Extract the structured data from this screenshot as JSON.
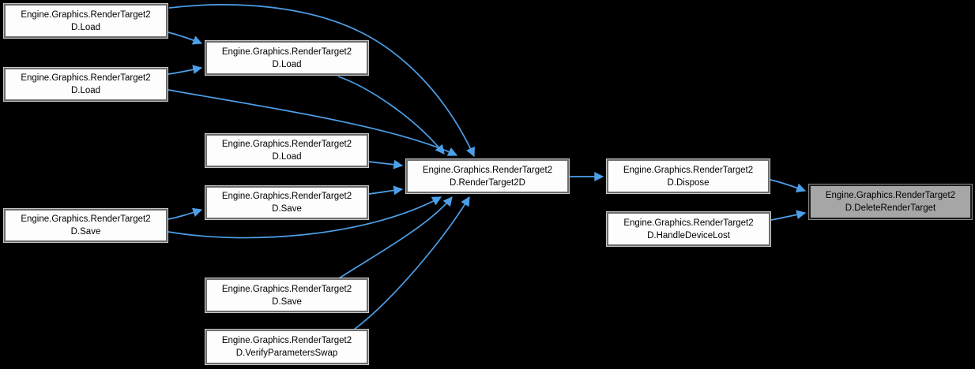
{
  "diagram": {
    "type": "call-graph",
    "background_color": "#000000",
    "node_fill_color": "#fdfdfd",
    "node_border_color": "#6e6e6e",
    "highlight_fill_color": "#a6a6a6",
    "arrow_color": "#4d9fe8",
    "text_color": "#000000",
    "nodes": [
      {
        "id": "load-a",
        "label": "Engine.Graphics.RenderTarget2D.Load",
        "lines": [
          "Engine.Graphics.RenderTarget2",
          "D.Load"
        ],
        "highlighted": false
      },
      {
        "id": "load-b",
        "label": "Engine.Graphics.RenderTarget2D.Load",
        "lines": [
          "Engine.Graphics.RenderTarget2",
          "D.Load"
        ],
        "highlighted": false
      },
      {
        "id": "load-c",
        "label": "Engine.Graphics.RenderTarget2D.Load",
        "lines": [
          "Engine.Graphics.RenderTarget2",
          "D.Load"
        ],
        "highlighted": false
      },
      {
        "id": "load-d",
        "label": "Engine.Graphics.RenderTarget2D.Load",
        "lines": [
          "Engine.Graphics.RenderTarget2",
          "D.Load"
        ],
        "highlighted": false
      },
      {
        "id": "save-a",
        "label": "Engine.Graphics.RenderTarget2D.Save",
        "lines": [
          "Engine.Graphics.RenderTarget2",
          "D.Save"
        ],
        "highlighted": false
      },
      {
        "id": "save-b",
        "label": "Engine.Graphics.RenderTarget2D.Save",
        "lines": [
          "Engine.Graphics.RenderTarget2",
          "D.Save"
        ],
        "highlighted": false
      },
      {
        "id": "save-c",
        "label": "Engine.Graphics.RenderTarget2D.Save",
        "lines": [
          "Engine.Graphics.RenderTarget2",
          "D.Save"
        ],
        "highlighted": false
      },
      {
        "id": "verify-parameters-swap",
        "label": "Engine.Graphics.RenderTarget2D.VerifyParametersSwap",
        "lines": [
          "Engine.Graphics.RenderTarget2",
          "D.VerifyParametersSwap"
        ],
        "highlighted": false
      },
      {
        "id": "render-target-2d",
        "label": "Engine.Graphics.RenderTarget2D.RenderTarget2D",
        "lines": [
          "Engine.Graphics.RenderTarget2",
          "D.RenderTarget2D"
        ],
        "highlighted": false
      },
      {
        "id": "dispose",
        "label": "Engine.Graphics.RenderTarget2D.Dispose",
        "lines": [
          "Engine.Graphics.RenderTarget2",
          "D.Dispose"
        ],
        "highlighted": false
      },
      {
        "id": "handle-device-lost",
        "label": "Engine.Graphics.RenderTarget2D.HandleDeviceLost",
        "lines": [
          "Engine.Graphics.RenderTarget2",
          "D.HandleDeviceLost"
        ],
        "highlighted": false
      },
      {
        "id": "delete-render-target",
        "label": "Engine.Graphics.RenderTarget2D.DeleteRenderTarget",
        "lines": [
          "Engine.Graphics.RenderTarget2",
          "D.DeleteRenderTarget"
        ],
        "highlighted": true
      }
    ],
    "edges": [
      {
        "id": "e1",
        "from": "load-a",
        "to": "load-c"
      },
      {
        "id": "e2",
        "from": "load-b",
        "to": "load-c"
      },
      {
        "id": "e3",
        "from": "load-a",
        "to": "render-target-2d"
      },
      {
        "id": "e4",
        "from": "load-b",
        "to": "render-target-2d"
      },
      {
        "id": "e5",
        "from": "load-c",
        "to": "render-target-2d"
      },
      {
        "id": "e6",
        "from": "load-d",
        "to": "render-target-2d"
      },
      {
        "id": "e7",
        "from": "save-a",
        "to": "render-target-2d"
      },
      {
        "id": "e8",
        "from": "save-b",
        "to": "save-a"
      },
      {
        "id": "e9",
        "from": "save-b",
        "to": "render-target-2d"
      },
      {
        "id": "e10",
        "from": "save-c",
        "to": "render-target-2d"
      },
      {
        "id": "e11",
        "from": "verify-parameters-swap",
        "to": "render-target-2d"
      },
      {
        "id": "e12",
        "from": "render-target-2d",
        "to": "dispose"
      },
      {
        "id": "e13",
        "from": "dispose",
        "to": "delete-render-target"
      },
      {
        "id": "e14",
        "from": "handle-device-lost",
        "to": "delete-render-target"
      }
    ]
  }
}
